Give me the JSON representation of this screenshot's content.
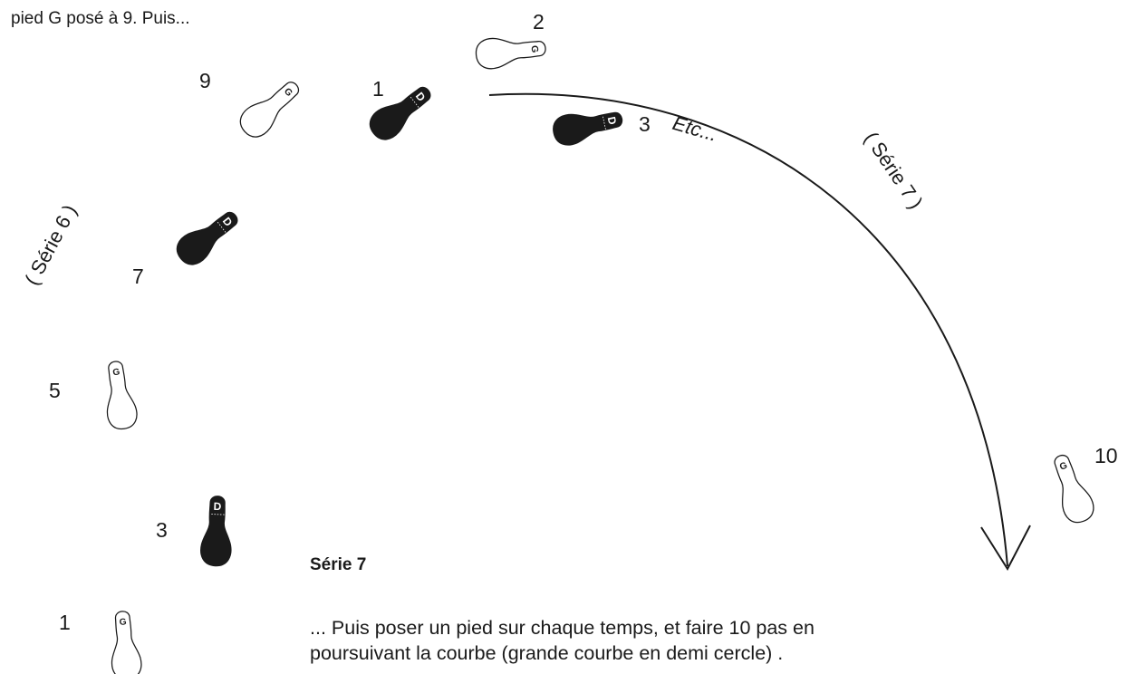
{
  "intro_text": "pied G posé à 9. Puis...",
  "section_title": "Série 7",
  "paragraph_lines": [
    "... Puis poser un pied sur chaque temps, et faire 10 pas en",
    "poursuivant la courbe (grande courbe en demi cercle) ."
  ],
  "side_labels": {
    "serie6": "( Série 6 )",
    "serie7": "( Série 7 )",
    "etc": "Etc..."
  },
  "foot_letters": {
    "left": "G",
    "right": "D"
  },
  "step_numbers": {
    "n1_bottom": "1",
    "n3_left": "3",
    "n5": "5",
    "n7": "7",
    "n9": "9",
    "n1_top": "1",
    "n2": "2",
    "n3_right": "3",
    "n10": "10"
  },
  "colors": {
    "ink": "#1a1a1a",
    "paper": "#ffffff"
  }
}
